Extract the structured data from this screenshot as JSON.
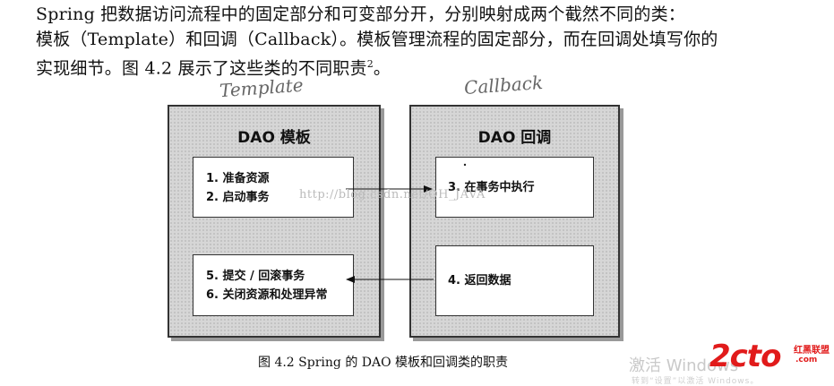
{
  "paragraph": {
    "line1": "Spring 把数据访问流程中的固定部分和可变部分开，分别映射成两个截然不同的类：",
    "line2": "模板（Template）和回调（Callback）。模板管理流程的固定部分，而在回调处填写你的",
    "line3": "实现细节。图 4.2 展示了这些类的不同职责",
    "footnote": "2",
    "line3_end": "。"
  },
  "annotations": {
    "template_handwritten": "Template",
    "callback_handwritten": "Callback"
  },
  "template_box": {
    "title": "DAO 模板",
    "top_steps": [
      "1. 准备资源",
      "2. 启动事务"
    ],
    "bottom_steps": [
      "5. 提交 / 回滚事务",
      "6. 关闭资源和处理异常"
    ]
  },
  "callback_box": {
    "title": "DAO 回调",
    "top_steps": [
      "3. 在事务中执行"
    ],
    "bottom_steps": [
      "4. 返回数据"
    ]
  },
  "watermark": "http://blog.csdn.net/QH_JAVA",
  "caption": "图 4.2    Spring 的 DAO 模板和回调类的职责",
  "overlay": {
    "windows_text": "激活 Windows",
    "windows_sub": "转到“设置”以激活 Windows。",
    "logo_main": "2cto",
    "logo_cn": "红黑联盟",
    "logo_com": ".com"
  },
  "colors": {
    "box_fill": "#d6d6d6",
    "logo_red": "#e11b1b"
  }
}
